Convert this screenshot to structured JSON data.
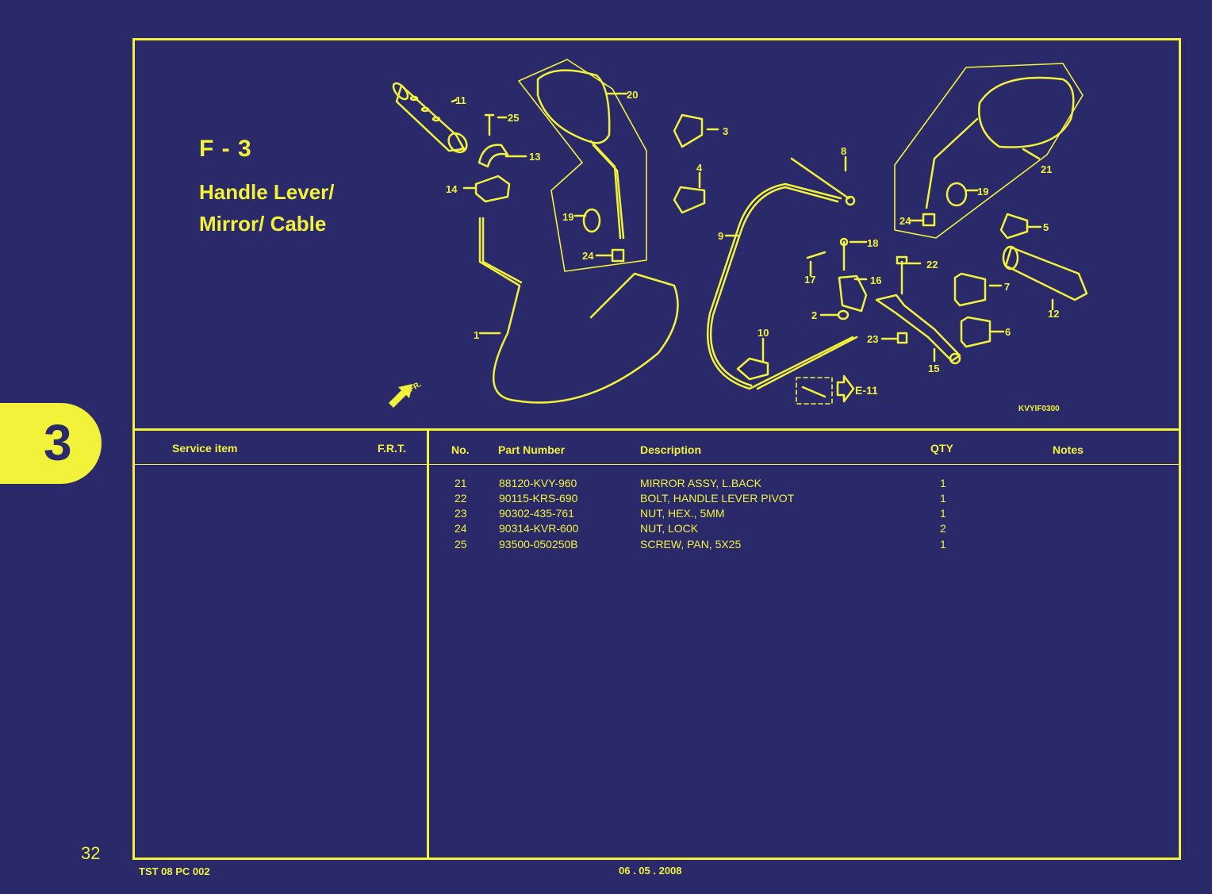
{
  "section_tab": "3",
  "page_number": "32",
  "figure": {
    "code": "F - 3",
    "title_line1": "Handle Lever/",
    "title_line2": "Mirror/ Cable",
    "diagram_ref": "KVYIF0300",
    "callouts": [
      "1",
      "2",
      "3",
      "4",
      "5",
      "6",
      "7",
      "8",
      "9",
      "10",
      "11",
      "12",
      "13",
      "14",
      "15",
      "16",
      "17",
      "18",
      "19",
      "20",
      "21",
      "22",
      "23",
      "24",
      "25"
    ],
    "ref_arrow": "E-11",
    "front_mark": "FR."
  },
  "table": {
    "headers": {
      "service_item": "Service item",
      "frt": "F.R.T.",
      "no": "No.",
      "part_number": "Part Number",
      "description": "Description",
      "qty": "QTY",
      "notes": "Notes"
    },
    "rows": [
      {
        "no": "21",
        "part": "88120-KVY-960",
        "desc": "MIRROR ASSY, L.BACK",
        "qty": "1"
      },
      {
        "no": "22",
        "part": "90115-KRS-690",
        "desc": "BOLT, HANDLE LEVER PIVOT",
        "qty": "1"
      },
      {
        "no": "23",
        "part": "90302-435-761",
        "desc": "NUT, HEX., 5MM",
        "qty": "1"
      },
      {
        "no": "24",
        "part": "90314-KVR-600",
        "desc": "NUT, LOCK",
        "qty": "2"
      },
      {
        "no": "25",
        "part": "93500-050250B",
        "desc": "SCREW, PAN, 5X25",
        "qty": "1"
      }
    ]
  },
  "footer": {
    "doc_id": "TST 08 PC 002",
    "date": "06 . 05 . 2008"
  },
  "colors": {
    "background": "#2a2a6b",
    "foreground": "#f2f23a"
  }
}
